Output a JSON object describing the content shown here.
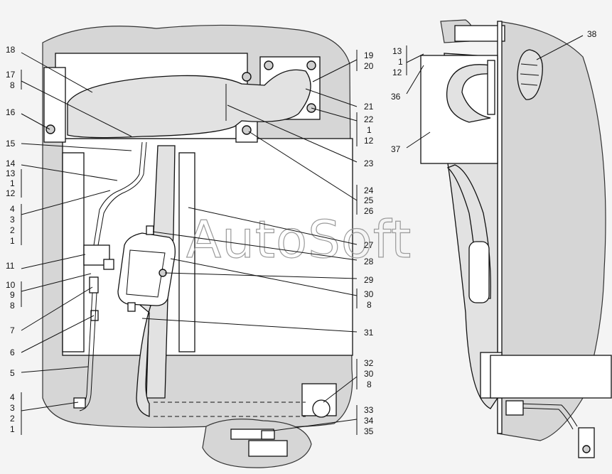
{
  "watermark": "AutoSoft",
  "callouts_left": [
    "18",
    "17",
    "8",
    "16",
    "15",
    "14",
    "13",
    "1",
    "12",
    "4",
    "3",
    "2",
    "1",
    "11",
    "10",
    "9",
    "8",
    "7",
    "6",
    "5",
    "4",
    "3",
    "2",
    "1"
  ],
  "callouts_right": [
    "19",
    "20",
    "21",
    "22",
    "1",
    "12",
    "23",
    "24",
    "25",
    "26",
    "27",
    "28",
    "29",
    "30",
    "8",
    "31",
    "32",
    "30",
    "8",
    "33",
    "34",
    "35"
  ],
  "callouts_side": [
    "13",
    "1",
    "12",
    "36",
    "37",
    "38"
  ]
}
